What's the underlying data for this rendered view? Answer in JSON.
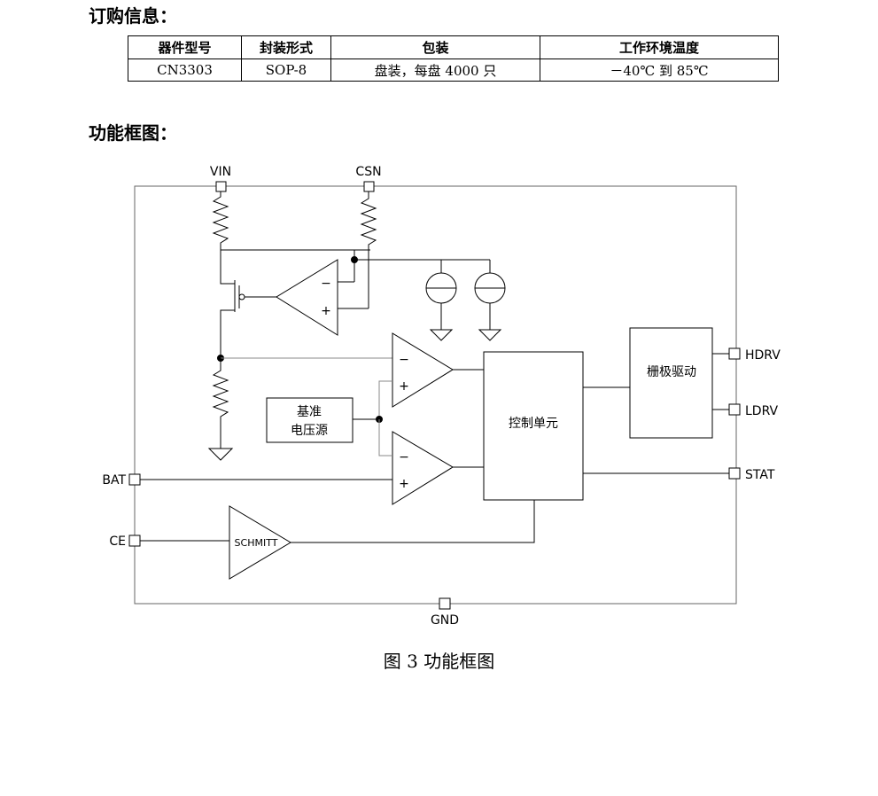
{
  "ordering": {
    "heading": "订购信息：",
    "headers": [
      "器件型号",
      "封装形式",
      "包装",
      "工作环境温度"
    ],
    "row": [
      "CN3303",
      "SOP-8",
      "盘装，每盘 4000 只",
      "－40℃ 到 85℃"
    ]
  },
  "block_diagram": {
    "heading": "功能框图：",
    "pins": {
      "vin": "VIN",
      "csn": "CSN",
      "bat": "BAT",
      "ce": "CE",
      "gnd": "GND",
      "hdrv": "HDRV",
      "ldrv": "LDRV",
      "stat": "STAT"
    },
    "blocks": {
      "ref_line1": "基准",
      "ref_line2": "电压源",
      "control": "控制单元",
      "gate_driver": "栅极驱动",
      "schmitt": "SCHMITT"
    },
    "signs": {
      "minus": "−",
      "plus": "+"
    },
    "caption": "图 3  功能框图"
  }
}
